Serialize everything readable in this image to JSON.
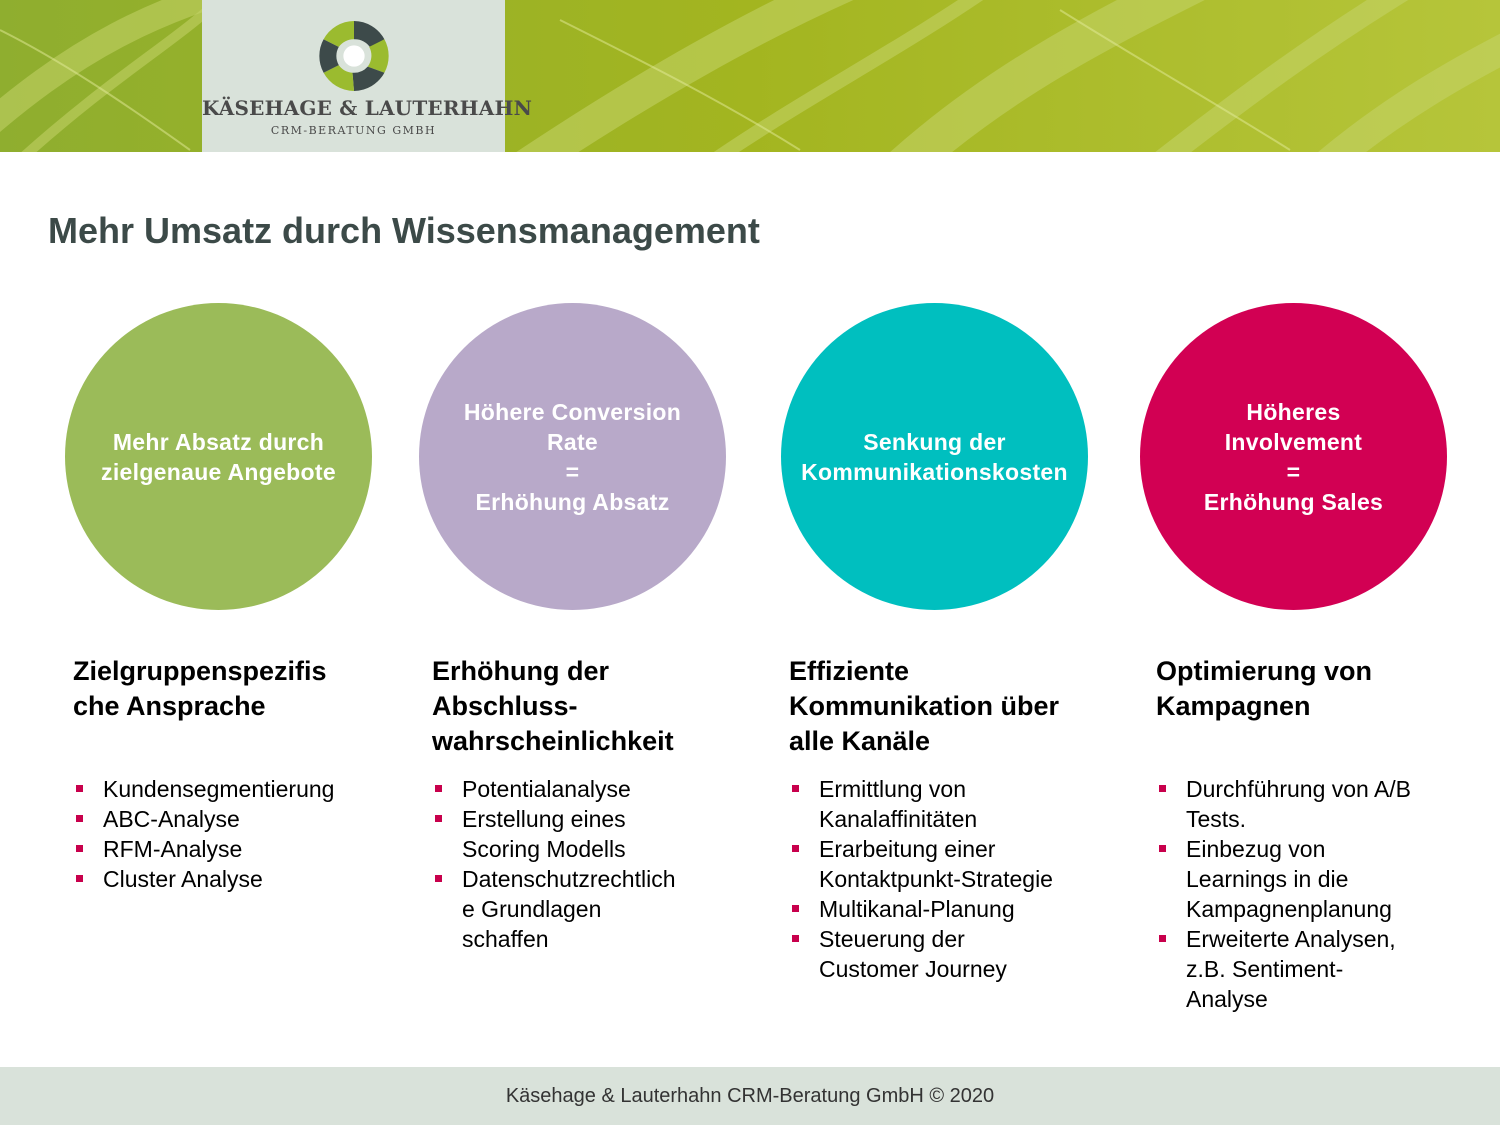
{
  "header": {
    "logo_name": "KÄSEHAGE & LAUTERHAHN",
    "logo_sub": "CRM-BERATUNG GMBH",
    "logo_icon": "swirl-logo-icon"
  },
  "title": "Mehr Umsatz durch Wissensmanagement",
  "colors": {
    "green": "#9bbb59",
    "lavender": "#b8a9c9",
    "teal": "#00bfbf",
    "magenta": "#d20053",
    "bullet": "#c8004c",
    "title": "#3c4a48"
  },
  "circles": [
    {
      "text": "Mehr Absatz durch\nzielgenaue Angebote"
    },
    {
      "text": "Höhere Conversion\nRate\n=\nErhöhung Absatz"
    },
    {
      "text": "Senkung der\nKommunikationskosten"
    },
    {
      "text": "Höheres\nInvolvement\n=\nErhöhung Sales"
    }
  ],
  "columns": [
    {
      "heading": "Zielgruppenspezifis\nche Ansprache",
      "bullets": [
        "Kundensegmentierung",
        "ABC-Analyse",
        "RFM-Analyse",
        "Cluster Analyse"
      ]
    },
    {
      "heading": "Erhöhung der\nAbschluss-\nwahrscheinlichkeit",
      "bullets": [
        "Potentialanalyse",
        "Erstellung eines\nScoring Modells",
        "Datenschutzrechtlich\ne Grundlagen\nschaffen"
      ]
    },
    {
      "heading": "Effiziente\nKommunikation über\nalle Kanäle",
      "bullets": [
        "Ermittlung von\nKanalaffinitäten",
        "Erarbeitung einer\nKontaktpunkt-Strategie",
        "Multikanal-Planung",
        "Steuerung der\nCustomer Journey"
      ]
    },
    {
      "heading": "Optimierung von\nKampagnen",
      "bullets": [
        "Durchführung von A/B\nTests.",
        "Einbezug von\nLearnings in die\nKampagnenplanung",
        "Erweiterte Analysen,\nz.B. Sentiment-\nAnalyse"
      ]
    }
  ],
  "footer": "Käsehage & Lauterhahn CRM-Beratung GmbH © 2020"
}
